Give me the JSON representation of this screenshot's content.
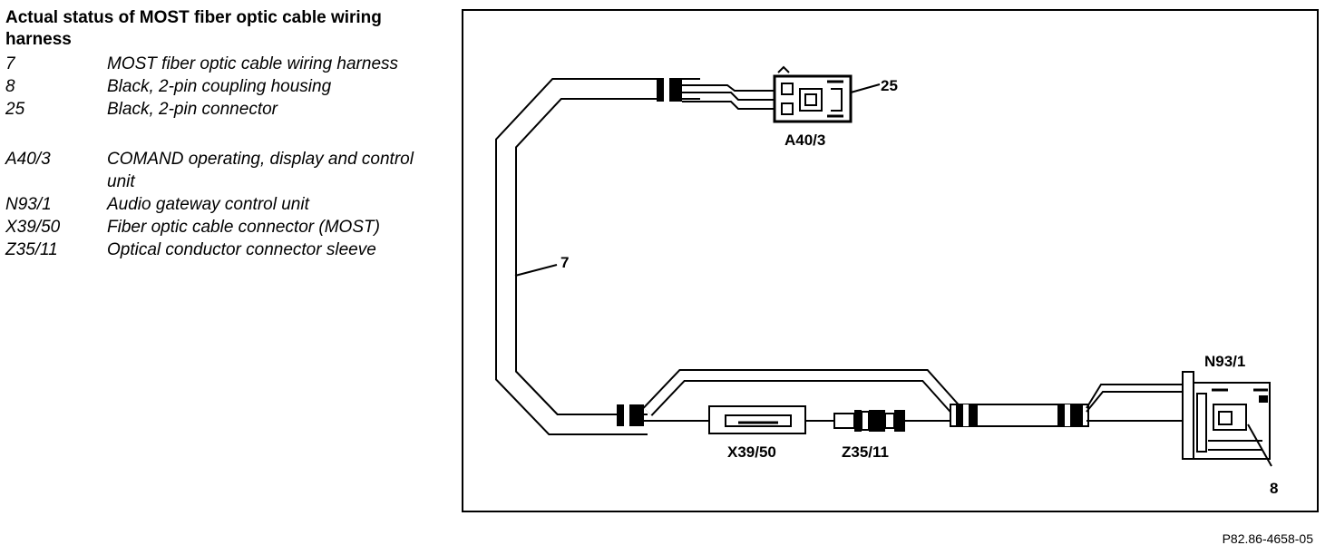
{
  "legend": {
    "title": "Actual status of MOST fiber optic cable wiring harness",
    "items": [
      {
        "code": "7",
        "desc": "MOST fiber optic cable wiring harness"
      },
      {
        "code": "8",
        "desc": "Black, 2-pin coupling housing"
      },
      {
        "code": "25",
        "desc": "Black, 2-pin connector"
      },
      {
        "code": "A40/3",
        "desc": "COMAND operating, display and control unit"
      },
      {
        "code": "N93/1",
        "desc": "Audio gateway control unit"
      },
      {
        "code": "X39/50",
        "desc": "Fiber optic cable connector (MOST)"
      },
      {
        "code": "Z35/11",
        "desc": "Optical conductor connector sleeve"
      }
    ]
  },
  "diagram": {
    "labels": {
      "harness": "7",
      "connector_25": "25",
      "coupling_8": "8",
      "comand": "A40/3",
      "audio_gateway": "N93/1",
      "fiber_connector": "X39/50",
      "sleeve": "Z35/11"
    }
  },
  "figure_id": "P82.86-4658-05"
}
